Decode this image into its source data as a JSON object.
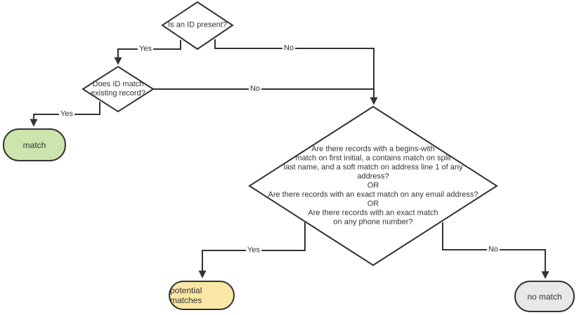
{
  "diagram": {
    "type": "flowchart",
    "nodes": {
      "id_present": {
        "kind": "decision",
        "label": "Is an ID present?",
        "fill": "#ffffff"
      },
      "id_match": {
        "kind": "decision",
        "label": "Does ID match\nexisting record?",
        "fill": "#ffffff"
      },
      "fuzzy_match": {
        "kind": "decision",
        "label": "Are there records with a begins-with\nmatch on first initial, a contains match on split\nlast name, and a soft match on address line 1 of any\naddress?\nOR\nAre there records with an exact match on any email address?\nOR\nAre there records with an exact match\non any phone number?",
        "fill": "#ffffff"
      },
      "match": {
        "kind": "terminator",
        "label": "match",
        "fill": "#cbe5ac"
      },
      "potential_matches": {
        "kind": "terminator",
        "label": "potential matches",
        "fill": "#fbe7a5"
      },
      "no_match": {
        "kind": "terminator",
        "label": "no match",
        "fill": "#e8e8e8"
      }
    },
    "edges": {
      "id_present_yes": {
        "from": "id_present",
        "to": "id_match",
        "label": "Yes"
      },
      "id_present_no": {
        "from": "id_present",
        "to": "fuzzy_match",
        "label": "No"
      },
      "id_match_yes": {
        "from": "id_match",
        "to": "match",
        "label": "Yes"
      },
      "id_match_no": {
        "from": "id_match",
        "to": "fuzzy_match",
        "label": "No"
      },
      "fuzzy_yes": {
        "from": "fuzzy_match",
        "to": "potential_matches",
        "label": "Yes"
      },
      "fuzzy_no": {
        "from": "fuzzy_match",
        "to": "no_match",
        "label": "No"
      }
    },
    "colors": {
      "stroke": "#333333",
      "text": "#333333",
      "decision_fill": "#ffffff",
      "match_fill": "#cbe5ac",
      "potential_matches_fill": "#fbe7a5",
      "no_match_fill": "#e8e8e8",
      "background": "#ffffff"
    }
  }
}
